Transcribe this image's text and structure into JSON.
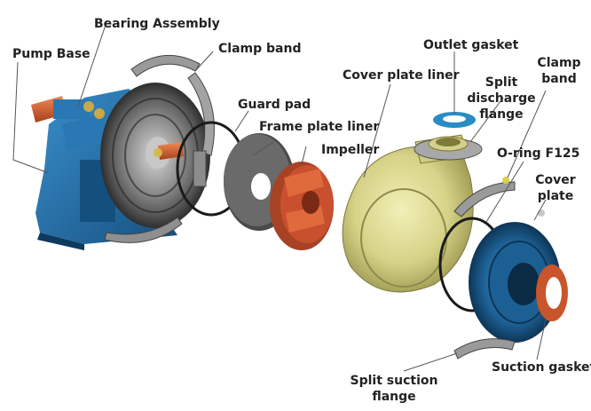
{
  "labels": {
    "pump_base": "Pump Base",
    "bearing_assembly": "Bearing Assembly",
    "clamp_band_left": "Clamp band",
    "guard_pad": "Guard pad",
    "frame_plate_liner": "Frame plate liner",
    "impeller": "Impeller",
    "cover_plate_liner": "Cover plate liner",
    "outlet_gasket": "Outlet gasket",
    "split_discharge_flange_1": "Split",
    "split_discharge_flange_2": "discharge",
    "split_discharge_flange_3": "flange",
    "clamp_band_right_1": "Clamp",
    "clamp_band_right_2": "band",
    "o_ring": "O-ring F125",
    "cover_plate_1": "Cover",
    "cover_plate_2": "plate",
    "split_suction_flange_1": "Split suction",
    "split_suction_flange_2": "flange",
    "suction_gasket": "Suction gasket"
  },
  "colors": {
    "pump_body": "#1f6fa8",
    "shaft": "#d8582a",
    "impeller": "#c8502e",
    "casing": "#d8d58a",
    "gasket_blue": "#2a8cc4",
    "gasket_orange": "#c8562a",
    "steel": "#8a8a8a",
    "dark": "#222222"
  }
}
